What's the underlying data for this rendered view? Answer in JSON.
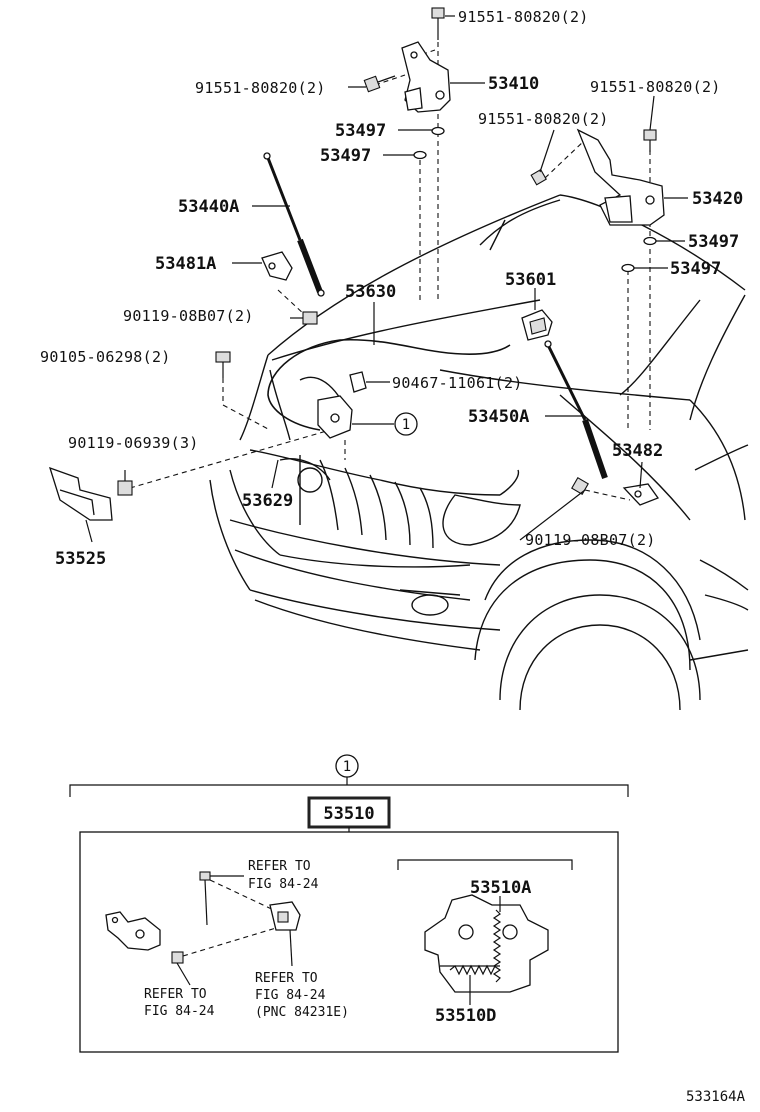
{
  "labels": {
    "bolt_top": "91551-80820(2)",
    "bolt_left": "91551-80820(2)",
    "bolt_right_top": "91551-80820(2)",
    "bolt_right_mid": "91551-80820(2)",
    "hinge_left": "53410",
    "hinge_right": "53420",
    "cushion_1": "53497",
    "cushion_2": "53497",
    "cushion_3": "53497",
    "cushion_4": "53497",
    "support_left": "53440A",
    "support_right": "53450A",
    "bracket_left": "53481A",
    "bracket_right": "53482",
    "bolt_0807_left": "90119-08B07(2)",
    "bolt_0807_right": "90119-08B07(2)",
    "bolt_06298": "90105-06298(2)",
    "bolt_06939": "90119-06939(3)",
    "cable": "53630",
    "release_lever": "53601",
    "clamp": "90467-11061(2)",
    "cable_sub": "53629",
    "cover": "53525",
    "callout_marker": "1",
    "lock_assy": "53510",
    "lock_sub_a": "53510A",
    "lock_sub_d": "53510D",
    "refer_1_line1": "REFER TO",
    "refer_1_line2": "FIG 84-24",
    "refer_2_line1": "REFER TO",
    "refer_2_line2": "FIG 84-24",
    "refer_2_line3": "(PNC 84231E)",
    "refer_3_line1": "REFER TO",
    "refer_3_line2": "FIG 84-24",
    "figure_code": "533164A"
  }
}
